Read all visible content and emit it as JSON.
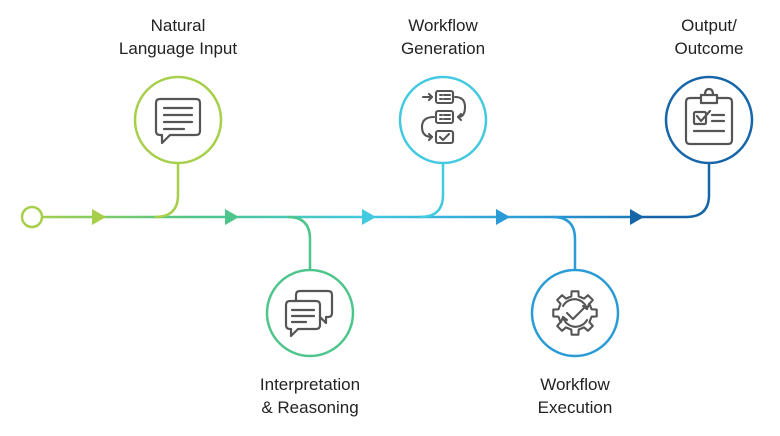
{
  "colors": {
    "green": "#a7cf4a",
    "teal": "#4dc58b",
    "cyan": "#43c9e0",
    "blue": "#2a9bd6",
    "navy": "#1565a8",
    "icon": "#555555",
    "text": "#222222"
  },
  "steps": [
    {
      "line1": "Natural",
      "line2": "Language Input",
      "icon": "message-lines-icon",
      "color": "#a7cf4a"
    },
    {
      "line1": "Interpretation",
      "line2": "& Reasoning",
      "icon": "chat-bubbles-icon",
      "color": "#4dc58b"
    },
    {
      "line1": "Workflow",
      "line2": "Generation",
      "icon": "workflow-list-icon",
      "color": "#43c9e0"
    },
    {
      "line1": "Workflow",
      "line2": "Execution",
      "icon": "gear-check-icon",
      "color": "#2a9bd6"
    },
    {
      "line1": "Output/",
      "line2": "Outcome",
      "icon": "clipboard-check-icon",
      "color": "#1565a8"
    }
  ]
}
